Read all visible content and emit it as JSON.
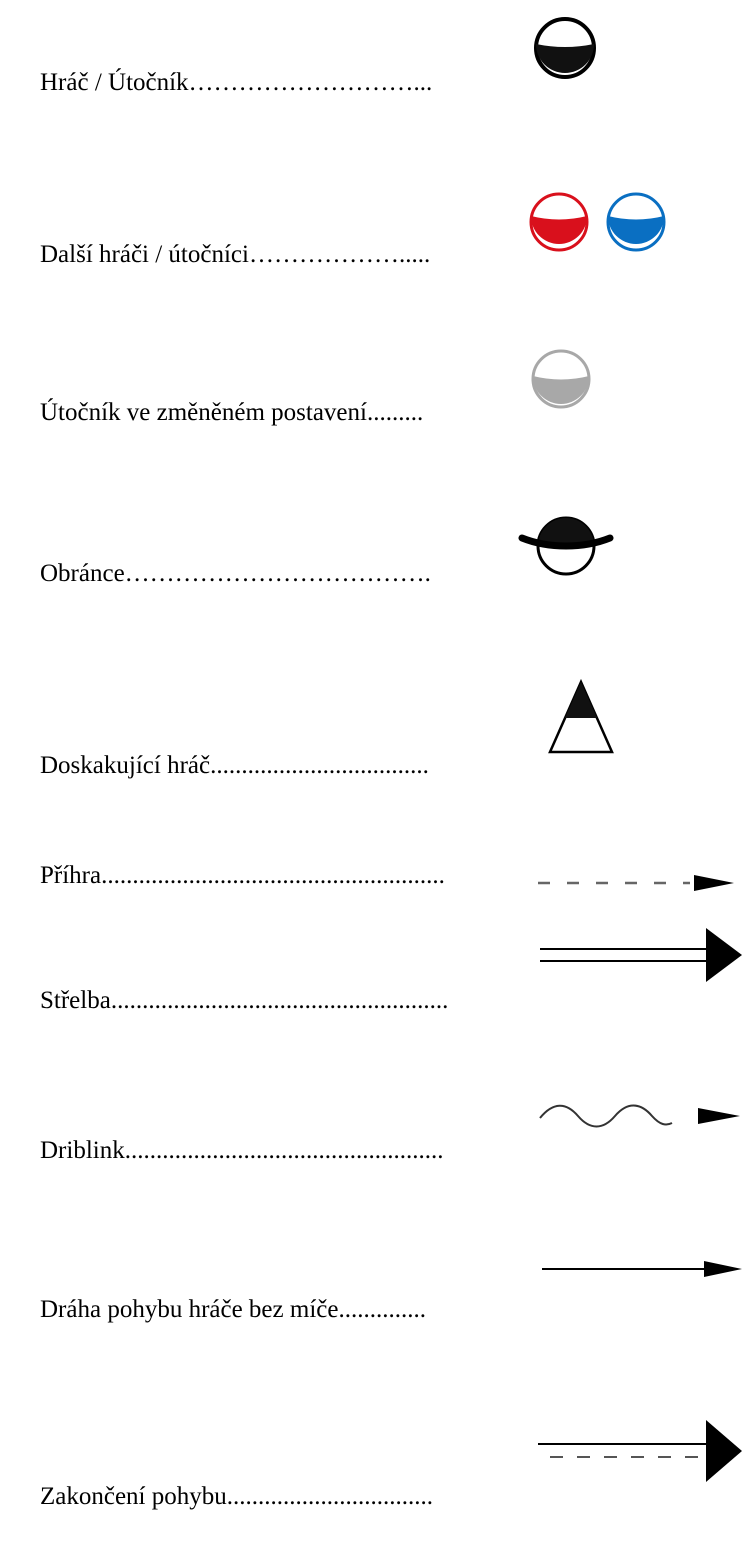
{
  "legend": {
    "items": [
      {
        "label": "Hráč / Útočník………………………...",
        "symbol": "attacker-icon"
      },
      {
        "label": "Další hráči / útočníci……………….....",
        "symbol": "other-attackers-icon",
        "colors": [
          "#d9101c",
          "#0a6fc2"
        ]
      },
      {
        "label": "Útočník ve změněném postavení.........",
        "symbol": "attacker-changed-position-icon",
        "colors": [
          "#a8a8a8"
        ]
      },
      {
        "label": "Obránce……………………………….",
        "symbol": "defender-icon"
      },
      {
        "label": "Doskakující hráč...................................",
        "symbol": "rebounder-icon"
      },
      {
        "label": "Příhra.......................................................",
        "symbol": "pass-arrow-icon"
      },
      {
        "label": "Střelba......................................................",
        "symbol": "shot-arrow-icon"
      },
      {
        "label": "Driblink...................................................",
        "symbol": "dribble-arrow-icon"
      },
      {
        "label": "Dráha pohybu hráče bez míče..............",
        "symbol": "movement-arrow-icon"
      },
      {
        "label": "Zakončení pohybu.................................",
        "symbol": "move-finish-arrow-icon"
      }
    ]
  }
}
